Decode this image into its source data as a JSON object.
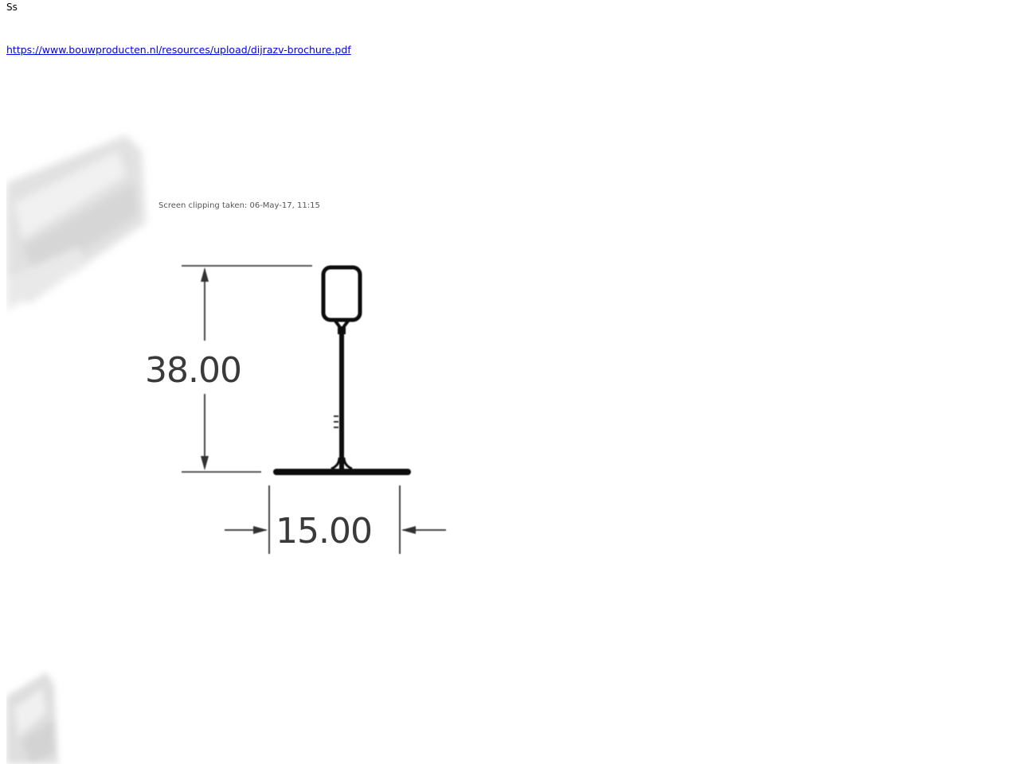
{
  "note": {
    "title": "Ss",
    "link_text": "https://www.bouwproducten.nl/resources/upload/dijrazv-brochure.pdf",
    "clip_caption": "Screen clipping taken: 06-May-17, 11:15"
  },
  "drawing": {
    "height_label": "38.00",
    "width_label": "15.00"
  }
}
